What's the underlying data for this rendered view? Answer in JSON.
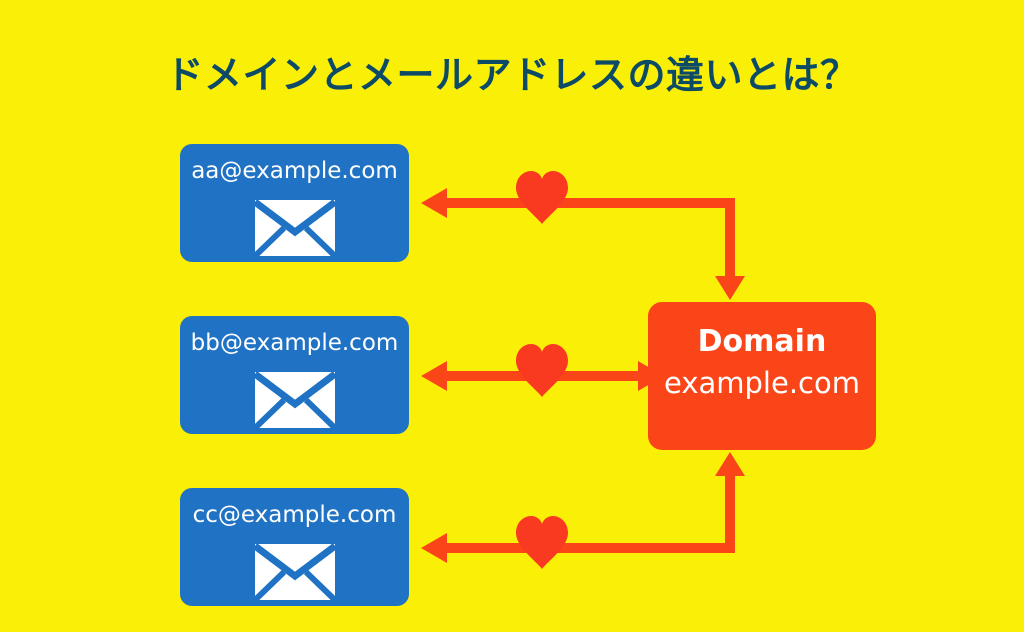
{
  "page": {
    "title": "ドメインとメールアドレスの違いとは？",
    "background_color": "#FAF007",
    "title_color": "#0D4A66"
  },
  "colors": {
    "yellow_background": "#FAF007",
    "email_box_blue": "#1F72C4",
    "domain_box_orange": "#FA4518",
    "arrow_red": "#FA4518",
    "heart_red": "#F93A20",
    "white": "#FFFFFF",
    "title_navy": "#0D4A66"
  },
  "email_boxes": [
    {
      "id": "email-box-1",
      "address": "aa@example.com",
      "icon": "envelope-icon"
    },
    {
      "id": "email-box-2",
      "address": "bb@example.com",
      "icon": "envelope-icon"
    },
    {
      "id": "email-box-3",
      "address": "cc@example.com",
      "icon": "envelope-icon"
    }
  ],
  "domain_box": {
    "heading": "Domain",
    "value": "example.com"
  },
  "connectors": [
    {
      "id": "connector-top",
      "from": "domain-box",
      "to": "email-box-1",
      "shape": "elbow-down-left",
      "arrowheads": [
        "left",
        "down"
      ],
      "decoration": "heart-icon"
    },
    {
      "id": "connector-middle",
      "from": "domain-box",
      "to": "email-box-2",
      "shape": "straight-horizontal",
      "arrowheads": [
        "left",
        "right"
      ],
      "decoration": "heart-icon"
    },
    {
      "id": "connector-bottom",
      "from": "domain-box",
      "to": "email-box-3",
      "shape": "elbow-up-left",
      "arrowheads": [
        "left",
        "up"
      ],
      "decoration": "heart-icon"
    }
  ]
}
